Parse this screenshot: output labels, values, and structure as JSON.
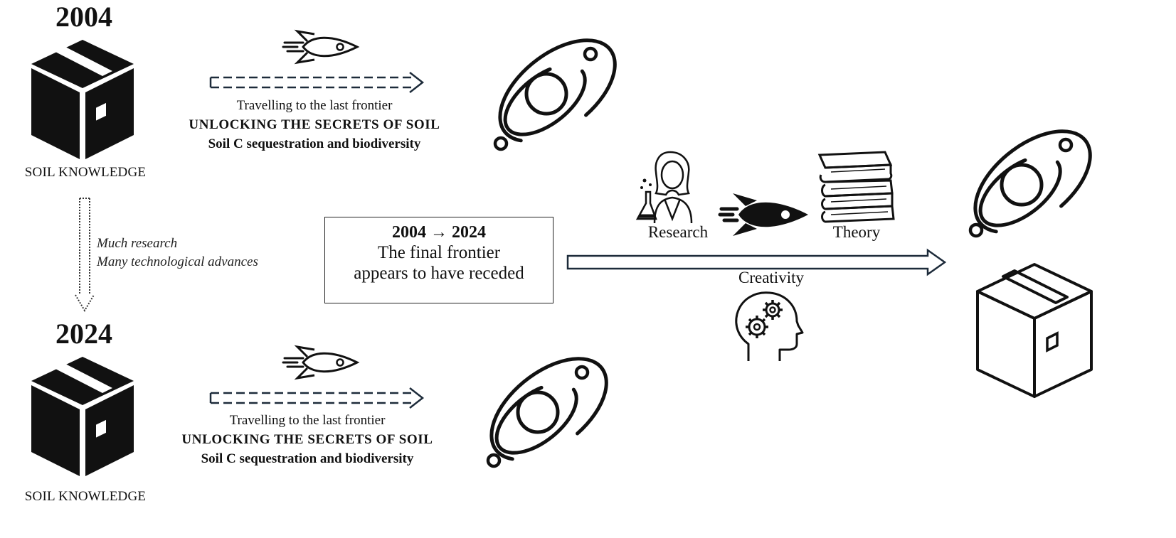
{
  "top": {
    "year": "2004",
    "knowledge_label": "SOIL KNOWLEDGE",
    "travel_line": "Travelling to the last frontier",
    "headline": "UNLOCKING THE SECRETS OF SOIL",
    "subline": "Soil C sequestration and biodiversity"
  },
  "progress": {
    "line1": "Much research",
    "line2": "Many technological advances"
  },
  "bottom": {
    "year": "2024",
    "knowledge_label": "SOIL KNOWLEDGE",
    "travel_line": "Travelling to the last frontier",
    "headline": "UNLOCKING THE SECRETS OF SOIL",
    "subline": "Soil C sequestration and biodiversity"
  },
  "center_box": {
    "heading": "2004 → 2024",
    "line1": "The final frontier",
    "line2": "appears to have receded"
  },
  "path_forward": {
    "research_label": "Research",
    "theory_label": "Theory",
    "creativity_label": "Creativity"
  },
  "icons": {
    "box_filled": "box-icon",
    "box_outline": "box-outline-icon",
    "rocket_outline": "rocket-icon",
    "rocket_filled": "rocket-filled-icon",
    "planet": "planet-orbit-icon",
    "scientist": "scientist-icon",
    "books": "books-icon",
    "head_gears": "head-gears-icon"
  }
}
